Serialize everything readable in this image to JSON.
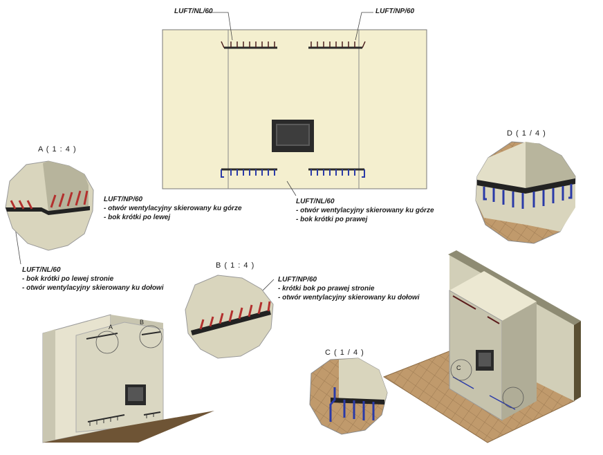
{
  "top_labels": {
    "left": "LUFT/NL/60",
    "right": "LUFT/NP/60"
  },
  "detail_titles": {
    "a": "A ( 1 : 4 )",
    "b": "B ( 1 : 4 )",
    "c": "C ( 1 / 4 )",
    "d": "D ( 1 / 4 )"
  },
  "callouts": {
    "np_left": {
      "title": "LUFT/NP/60",
      "line1": "- otwór wentylacyjny skierowany ku górze",
      "line2": "- bok krótki po lewej"
    },
    "nl_right": {
      "title": "LUFT/NL/60",
      "line1": "- otwór wentylacyjny skierowany ku górze",
      "line2": "- bok krótki po prawej"
    },
    "nl_bottom": {
      "title": "LUFT/NL/60",
      "line1": "- bok krótki po lewej stronie",
      "line2": "- otwór wentylacyjny skierowany ku dołowi"
    },
    "np_bottom": {
      "title": "LUFT/NP/60",
      "line1": "- krótki bok po prawej stronie",
      "line2": "- otwór wentylacyjny skierowany ku dołowi"
    }
  },
  "view_markers": {
    "a": "A",
    "b": "B",
    "c": "C"
  },
  "colors": {
    "wall": "#f4efcf",
    "stove": "#c9c7b2",
    "floor": "#b48c62",
    "red_grille": "#b3302e",
    "blue_grille": "#2a3aa8"
  }
}
